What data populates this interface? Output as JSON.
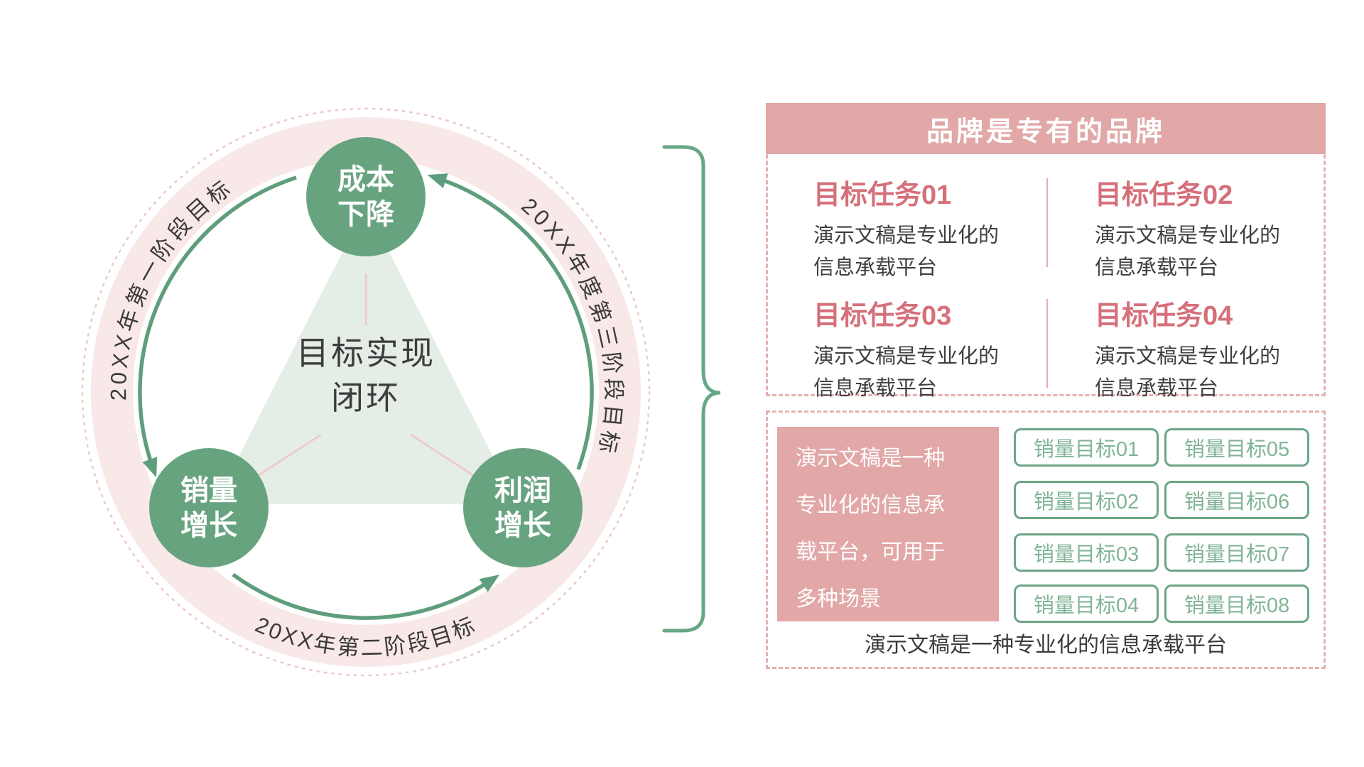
{
  "colors": {
    "accent_pink": "#e2a7a7",
    "heading_pink": "#d5707a",
    "dashed_border_pink": "#e7b0b0",
    "ring_pink": "#f8e8e8",
    "node_green": "#68a380",
    "arc_green": "#5f9e7c",
    "brace_green": "#67a785",
    "button_border_green": "#6ca588",
    "button_text_green": "#80b496",
    "text_dark": "#3d3d3d"
  },
  "diagram": {
    "center_title_line1": "目标实现",
    "center_title_line2": "闭环",
    "nodes": {
      "top": {
        "line1": "成本",
        "line2": "下降"
      },
      "bottom_left": {
        "line1": "销量",
        "line2": "增长"
      },
      "bottom_right": {
        "line1": "利润",
        "line2": "增长"
      }
    },
    "arc_labels": {
      "left": "20XX年第一阶段目标",
      "right": "20XX年度第三阶段目标",
      "bottom": "20XX年第二阶段目标"
    }
  },
  "panel": {
    "header_title": "品牌是专有的品牌",
    "tasks": [
      {
        "title": "目标任务01",
        "line1": "演示文稿是专业化的",
        "line2": "信息承载平台"
      },
      {
        "title": "目标任务02",
        "line1": "演示文稿是专业化的",
        "line2": "信息承载平台"
      },
      {
        "title": "目标任务03",
        "line1": "演示文稿是专业化的",
        "line2": "信息承载平台"
      },
      {
        "title": "目标任务04",
        "line1": "演示文稿是专业化的",
        "line2": "信息承载平台"
      }
    ],
    "summary": {
      "line1": "演示文稿是一种",
      "line2": "专业化的信息承",
      "line3": "载平台，可用于",
      "line4": "多种场景"
    },
    "sales_goals": [
      "销量目标01",
      "销量目标02",
      "销量目标03",
      "销量目标04",
      "销量目标05",
      "销量目标06",
      "销量目标07",
      "销量目标08"
    ],
    "caption": "演示文稿是一种专业化的信息承载平台"
  }
}
